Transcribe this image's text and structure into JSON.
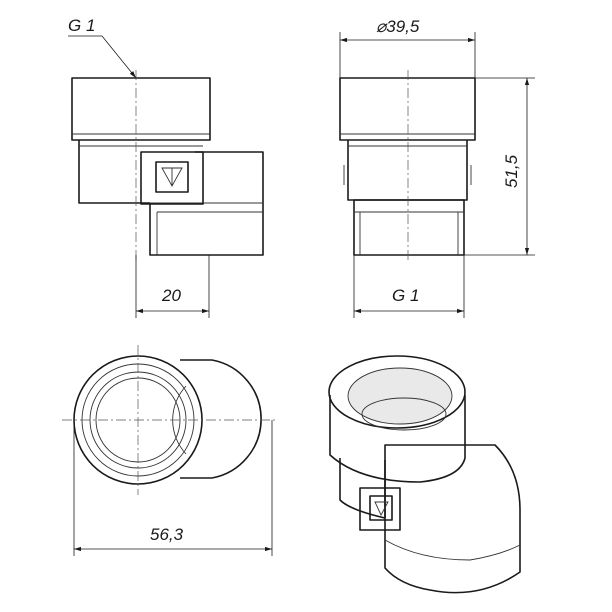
{
  "drawing": {
    "thread_label_side_view": "G 1",
    "diameter_label": "⌀39,5",
    "height_label": "51,5",
    "offset_label": "20",
    "thread_label_front_view": "G 1",
    "width_label": "56,3"
  },
  "colors": {
    "line": "#1a1a1a",
    "background": "#ffffff",
    "shading": "#e9e9e9"
  }
}
